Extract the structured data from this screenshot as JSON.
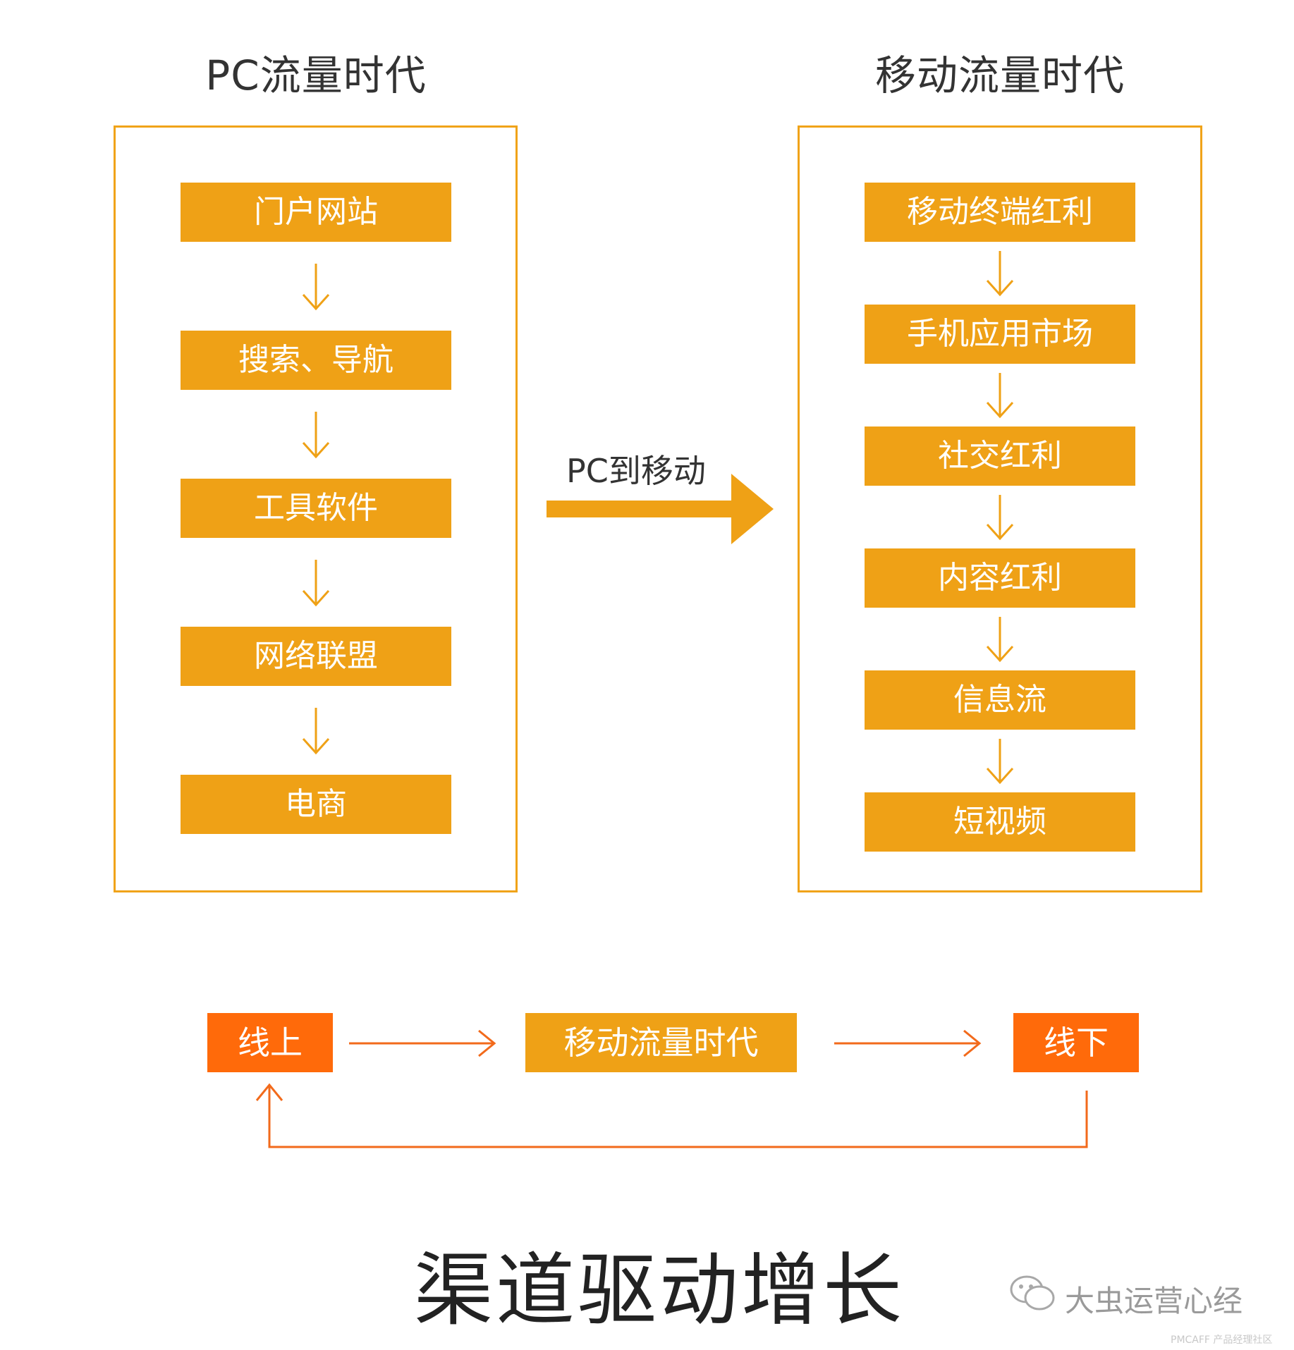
{
  "pc_era": {
    "title": "PC流量时代",
    "steps": [
      "门户网站",
      "搜索、导航",
      "工具软件",
      "网络联盟",
      "电商"
    ]
  },
  "mobile_era": {
    "title": "移动流量时代",
    "steps": [
      "移动终端红利",
      "手机应用市场",
      "社交红利",
      "内容红利",
      "信息流",
      "短视频"
    ]
  },
  "transition": {
    "label": "PC到移动"
  },
  "cycle": {
    "online": "线上",
    "middle": "移动流量时代",
    "offline": "线下"
  },
  "main_title": "渠道驱动增长",
  "watermark": {
    "text": "大虫运营心经",
    "small": "PMCAFF 产品经理社区"
  },
  "colors": {
    "amber": "#EFA116",
    "orange": "#FF6A0A",
    "border": "#F0A319"
  }
}
